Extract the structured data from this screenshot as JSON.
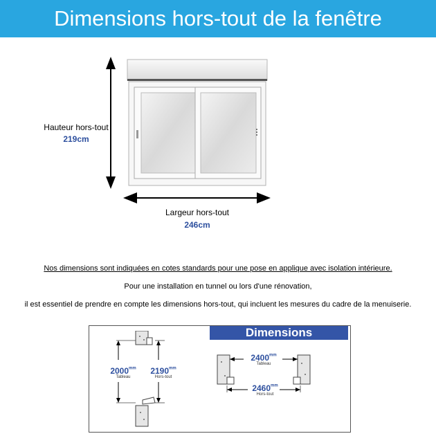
{
  "header": {
    "title": "Dimensions hors-tout de la fenêtre"
  },
  "height": {
    "label": "Hauteur hors-tout",
    "value": "219cm"
  },
  "width": {
    "label": "Largeur hors-tout",
    "value": "246cm"
  },
  "notes": {
    "line1": "Nos dimensions sont indiquées en cotes standards pour une pose en applique avec isolation intérieure.",
    "line2": "Pour une installation en tunnel ou lors d'une rénovation,",
    "line3": "il est essentiel de prendre en compte les dimensions hors-tout, qui incluent les mesures du cadre de la menuiserie."
  },
  "dimensions_panel": {
    "title": "Dimensions",
    "unit": "mm",
    "vertical": {
      "tableau": "2000",
      "tableau_label": "Tableau",
      "horstout": "2190",
      "horstout_label": "Hors-tout"
    },
    "horizontal": {
      "tableau": "2400",
      "tableau_label": "Tableau",
      "horstout": "2460",
      "horstout_label": "Hors-tout"
    }
  }
}
